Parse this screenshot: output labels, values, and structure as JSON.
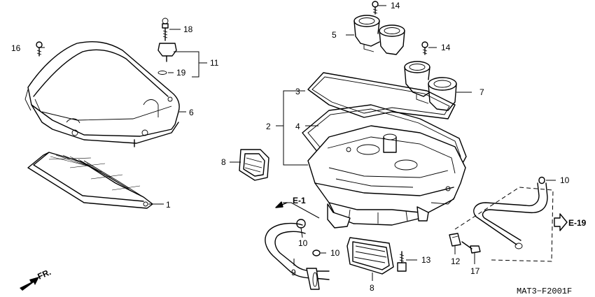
{
  "diagram_code": "MAT3−F2001F",
  "direction_label": "FR.",
  "refs": {
    "e1": "E-1",
    "e19": "E-19"
  },
  "callouts": {
    "c1": "1",
    "c2": "2",
    "c3": "3",
    "c4": "4",
    "c5": "5",
    "c6": "6",
    "c7": "7",
    "c8a": "8",
    "c8b": "8",
    "c9": "9",
    "c10a": "10",
    "c10b": "10",
    "c10c": "10",
    "c11": "11",
    "c12": "12",
    "c13": "13",
    "c14a": "14",
    "c14b": "14",
    "c16": "16",
    "c17": "17",
    "c18": "18",
    "c19": "19"
  }
}
